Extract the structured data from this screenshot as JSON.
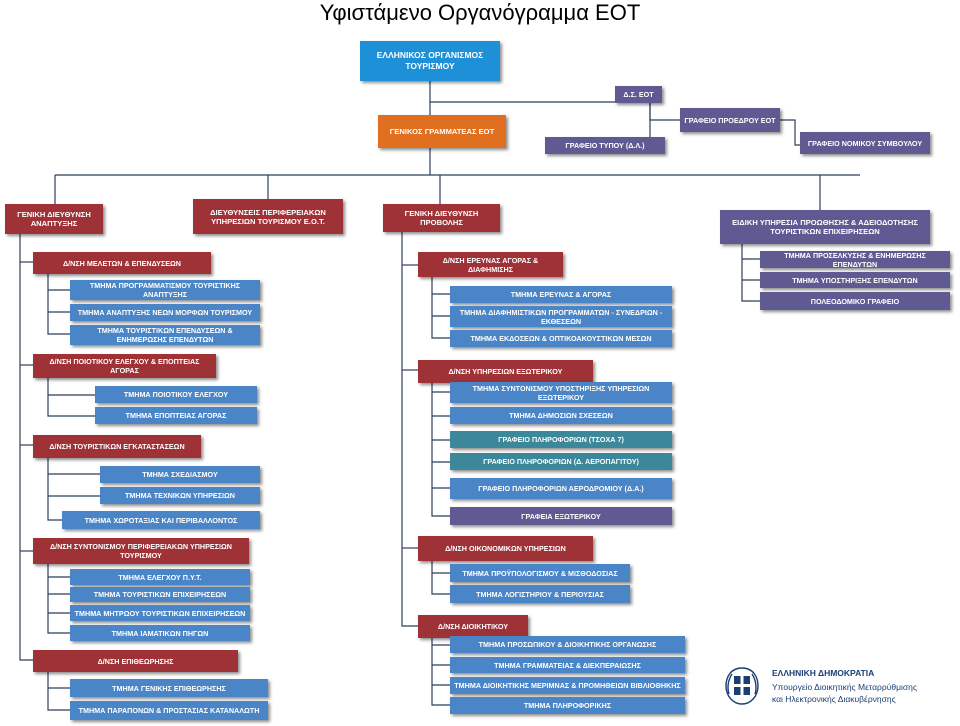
{
  "title": "Υφιστάμενο Οργανόγραμμα ΕΟΤ",
  "colors": {
    "blue": "#4a86c7",
    "red": "#9e3236",
    "orange": "#e06f1f",
    "purple": "#5f5a91",
    "teal": "#3c8799",
    "top": "#1e90d8",
    "line": "#2e3f5c"
  },
  "nodes": {
    "eot": "ΕΛΛΗΝΙΚΟΣ ΟΡΓΑΝΙΣΜΟΣ ΤΟΥΡΙΣΜΟΥ",
    "ds": "Δ.Σ. ΕΟΤ",
    "gen_grammateas": "ΓΕΝΙΚΟΣ ΓΡΑΜΜΑΤΕΑΣ ΕΟΤ",
    "grafeio_typou": "ΓΡΑΦΕΙΟ ΤΥΠΟΥ (Δ.Λ.)",
    "grafeio_proedrou": "ΓΡΑΦΕΙΟ ΠΡΟΕΔΡΟΥ ΕΟΤ",
    "grafeio_nomikou": "ΓΡΑΦΕΙΟ ΝΟΜΙΚΟΥ ΣΥΜΒΟΥΛΟΥ",
    "gd_anaptyxis": "ΓΕΝΙΚΗ ΔΙΕΥΘΥΝΣΗ ΑΝΑΠΤΥΞΗΣ",
    "dieythynseis_perif": "ΔΙΕΥΘΥΝΣΕΙΣ ΠΕΡΙΦΕΡΕΙΑΚΩΝ ΥΠΗΡΕΣΙΩΝ ΤΟΥΡΙΣΜΟΥ Ε.Ο.Τ.",
    "gd_provolis": "ΓΕΝΙΚΗ ΔΙΕΥΘΥΝΣΗ ΠΡΟΒΟΛΗΣ",
    "eidiki_ypiresia": "ΕΙΔΙΚΗ ΥΠΗΡΕΣΙΑ ΠΡΟΩΘΗΣΗΣ & ΑΔΕΙΟΔΟΤΗΣΗΣ ΤΟΥΡΙΣΤΙΚΩΝ ΕΠΙΧΕΙΡΗΣΕΩΝ",
    "es_prosel": "ΤΜΗΜΑ ΠΡΟΣΕΛΚΥΣΗΣ & ΕΝΗΜΕΡΩΣΗΣ ΕΠΕΝΔΥΤΩΝ",
    "es_ypostir": "ΤΜΗΜΑ ΥΠΟΣΤΗΡΙΞΗΣ ΕΠΕΝΔΥΤΩΝ",
    "es_poleod": "ΠΟΛΕΟΔΟΜΙΚΟ ΓΡΑΦΕΙΟ",
    "dn_meleton": "Δ/ΝΣΗ ΜΕΛΕΤΩΝ & ΕΠΕΝΔΥΣΕΩΝ",
    "t_programm": "ΤΜΗΜΑ ΠΡΟΓΡΑΜΜΑΤΙΣΜΟΥ ΤΟΥΡΙΣΤΙΚΗΣ ΑΝΑΠΤΥΞΗΣ",
    "t_neon": "ΤΜΗΜΑ ΑΝΑΠΤΥΞΗΣ ΝΕΩΝ ΜΟΡΦΩΝ ΤΟΥΡΙΣΜΟΥ",
    "t_epend": "ΤΜΗΜΑ ΤΟΥΡΙΣΤΙΚΩΝ ΕΠΕΝΔΥΣΕΩΝ & ΕΝΗΜΕΡΩΣΗΣ ΕΠΕΝΔΥΤΩΝ",
    "dn_poiotikou": "Δ/ΝΣΗ ΠΟΙΟΤΙΚΟΥ ΕΛΕΓΧΟΥ & ΕΠΟΠΤΕΙΑΣ ΑΓΟΡΑΣ",
    "t_poiotikou": "ΤΜΗΜΑ ΠΟΙΟΤΙΚΟΥ ΕΛΕΓΧΟΥ",
    "t_epopteias": "ΤΜΗΜΑ ΕΠΟΠΤΕΙΑΣ ΑΓΟΡΑΣ",
    "dn_egkat": "Δ/ΝΣΗ ΤΟΥΡΙΣΤΙΚΩΝ ΕΓΚΑΤΑΣΤΑΣΕΩΝ",
    "t_sxediasmou": "ΤΜΗΜΑ ΣΧΕΔΙΑΣΜΟΥ",
    "t_texnikon": "ΤΜΗΜΑ ΤΕΧΝΙΚΩΝ ΥΠΗΡΕΣΙΩΝ",
    "t_xorotaxias": "ΤΜΗΜΑ ΧΩΡΟΤΑΞΙΑΣ ΚΑΙ ΠΕΡΙΒΑΛΛΟΝΤΟΣ",
    "dn_syntonismou": "Δ/ΝΣΗ ΣΥΝΤΟΝΙΣΜΟΥ ΠΕΡΙΦΕΡΕΙΑΚΩΝ ΥΠΗΡΕΣΙΩΝ ΤΟΥΡΙΣΜΟΥ",
    "t_elegxou": "ΤΜΗΜΑ ΕΛΕΓΧΟΥ Π.Υ.Τ.",
    "t_tour_epix": "ΤΜΗΜΑ ΤΟΥΡΙΣΤΙΚΩΝ ΕΠΙΧΕΙΡΗΣΕΩΝ",
    "t_mitroou": "ΤΜΗΜΑ ΜΗΤΡΩΟΥ ΤΟΥΡΙΣΤΙΚΩΝ ΕΠΙΧΕΙΡΗΣΕΩΝ",
    "t_iamatikon": "ΤΜΗΜΑ ΙΑΜΑΤΙΚΩΝ ΠΗΓΩΝ",
    "dn_epitheorisis": "Δ/ΝΣΗ ΕΠΙΘΕΩΡΗΣΗΣ",
    "t_gen_epith": "ΤΜΗΜΑ ΓΕΝΙΚΗΣ ΕΠΙΘΕΩΡΗΣΗΣ",
    "t_paraponon": "ΤΜΗΜΑ ΠΑΡΑΠΟΝΩΝ & ΠΡΟΣΤΑΣΙΑΣ ΚΑΤΑΝΑΛΩΤΗ",
    "dn_ereynas": "Δ/ΝΣΗ ΕΡΕΥΝΑΣ ΑΓΟΡΑΣ & ΔΙΑΦΗΜΙΣΗΣ",
    "t_ereynas": "ΤΜΗΜΑ ΕΡΕΥΝΑΣ & ΑΓΟΡΑΣ",
    "t_diafim": "ΤΜΗΜΑ ΔΙΑΦΗΜΙΣΤΙΚΩΝ ΠΡΟΓΡΑΜΜΑΤΩΝ - ΣΥΝΕΔΡΙΩΝ - ΕΚΘΕΣΕΩΝ",
    "t_ekdoseon": "ΤΜΗΜΑ ΕΚΔΟΣΕΩΝ & ΟΠΤΙΚΟΑΚΟΥΣΤΙΚΩΝ ΜΕΣΩΝ",
    "dn_exoterikou": "Δ/ΝΣΗ ΥΠΗΡΕΣΙΩΝ ΕΞΩΤΕΡΙΚΟΥ",
    "t_synt_exot": "ΤΜΗΜΑ ΣΥΝΤΟΝΙΣΜΟΥ ΥΠΟΣΤΗΡΙΞΗΣ ΥΠΗΡΕΣΙΩΝ ΕΞΩΤΕΡΙΚΟΥ",
    "t_dimosion": "ΤΜΗΜΑ ΔΗΜΟΣΙΩΝ ΣΧΕΣΕΩΝ",
    "g_tsoxa": "ΓΡΑΦΕΙΟ ΠΛΗΡΟΦΟΡΙΩΝ (ΤΣΟΧΑ 7)",
    "g_areopag": "ΓΡΑΦΕΙΟ ΠΛΗΡΟΦΟΡΙΩΝ (Δ. ΑΕΡΟΠΑΓΙΤΟΥ)",
    "g_aerodr": "ΓΡΑΦΕΙΟ ΠΛΗΡΟΦΟΡΙΩΝ ΑΕΡΟΔΡΟΜΙΟΥ (Δ.Α.)",
    "g_exoterikou": "ΓΡΑΦΕΙΑ ΕΞΩΤΕΡΙΚΟΥ",
    "dn_oikonomikon": "Δ/ΝΣΗ ΟΙΚΟΝΟΜΙΚΩΝ ΥΠΗΡΕΣΙΩΝ",
    "t_proypol": "ΤΜΗΜΑ ΠΡΟΫΠΟΛΟΓΙΣΜΟΥ & ΜΙΣΘΟΔΟΣΙΑΣ",
    "t_logistiriou": "ΤΜΗΜΑ ΛΟΓΙΣΤΗΡΙΟΥ & ΠΕΡΙΟΥΣΙΑΣ",
    "dn_dioikitikou": "Δ/ΝΣΗ ΔΙΟΙΚΗΤΙΚΟΥ",
    "t_prosopikou": "ΤΜΗΜΑ ΠΡΟΣΩΠΙΚΟΥ & ΔΙΟΙΚΗΤΙΚΗΣ ΟΡΓΑΝΩΣΗΣ",
    "t_grammateias": "ΤΜΗΜΑ ΓΡΑΜΜΑΤΕΙΑΣ & ΔΙΕΚΠΕΡΑΙΩΣΗΣ",
    "t_merimnas": "ΤΜΗΜΑ ΔΙΟΙΚΗΤΙΚΗΣ ΜΕΡΙΜΝΑΣ & ΠΡΟΜΗΘΕΙΩΝ ΒΙΒΛΙΟΘΗΚΗΣ",
    "t_pliroforikis": "ΤΜΗΜΑ ΠΛΗΡΟΦΟΡΙΚΗΣ"
  },
  "logo": {
    "line1": "ΕΛΛΗΝΙΚΗ ΔΗΜΟΚΡΑΤΙΑ",
    "line2": "Υπουργείο Διοικητικής Μεταρρύθμισης",
    "line3": "και Ηλεκτρονικής Διακυβέρνησης",
    "icon": "greek-emblem-icon"
  }
}
